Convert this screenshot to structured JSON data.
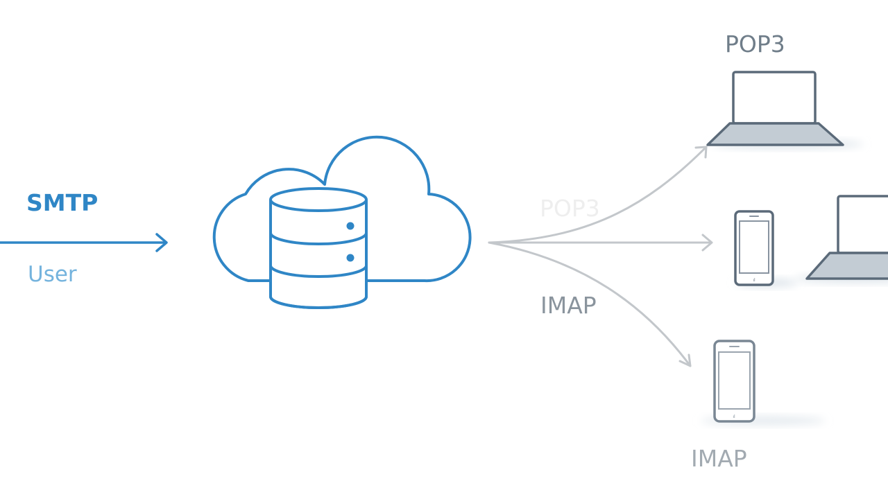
{
  "protocols": {
    "smtp": "SMTP",
    "user": "User",
    "pop3_top": "POP3",
    "pop3_faded": "POP3",
    "imap_mid": "IMAP",
    "imap_bottom": "IMAP"
  },
  "colors": {
    "accent_blue": "#2f86c6",
    "light_blue": "#74b3dd",
    "device_gray": "#5b6a79",
    "arrow_gray": "#c3c7cb"
  },
  "icons": [
    "cloud-icon",
    "database-icon",
    "laptop-icon",
    "phone-icon"
  ]
}
